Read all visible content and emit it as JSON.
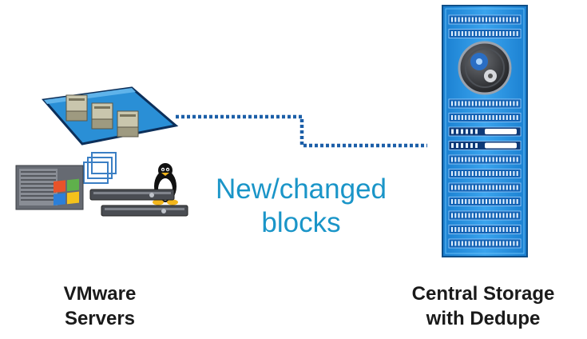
{
  "diagram": {
    "flow_label": {
      "line1": "New/changed",
      "line2": "blocks"
    },
    "left_caption": {
      "line1": "VMware",
      "line2": "Servers"
    },
    "right_caption": {
      "line1": "Central Storage",
      "line2": "with Dedupe"
    },
    "icons": {
      "left": [
        "server-tray-icon",
        "vmware-logo-icon",
        "blade-server-icon",
        "windows-logo-icon",
        "linux-tux-icon",
        "rack-server-icon"
      ],
      "right": [
        "storage-rack-icon",
        "dedupe-badge-icon"
      ]
    },
    "colors": {
      "flow_text": "#1a95c8",
      "connector": "#1c5fa8",
      "storage_blue": "#1e8fe0",
      "caption": "#1a1a1a"
    }
  }
}
